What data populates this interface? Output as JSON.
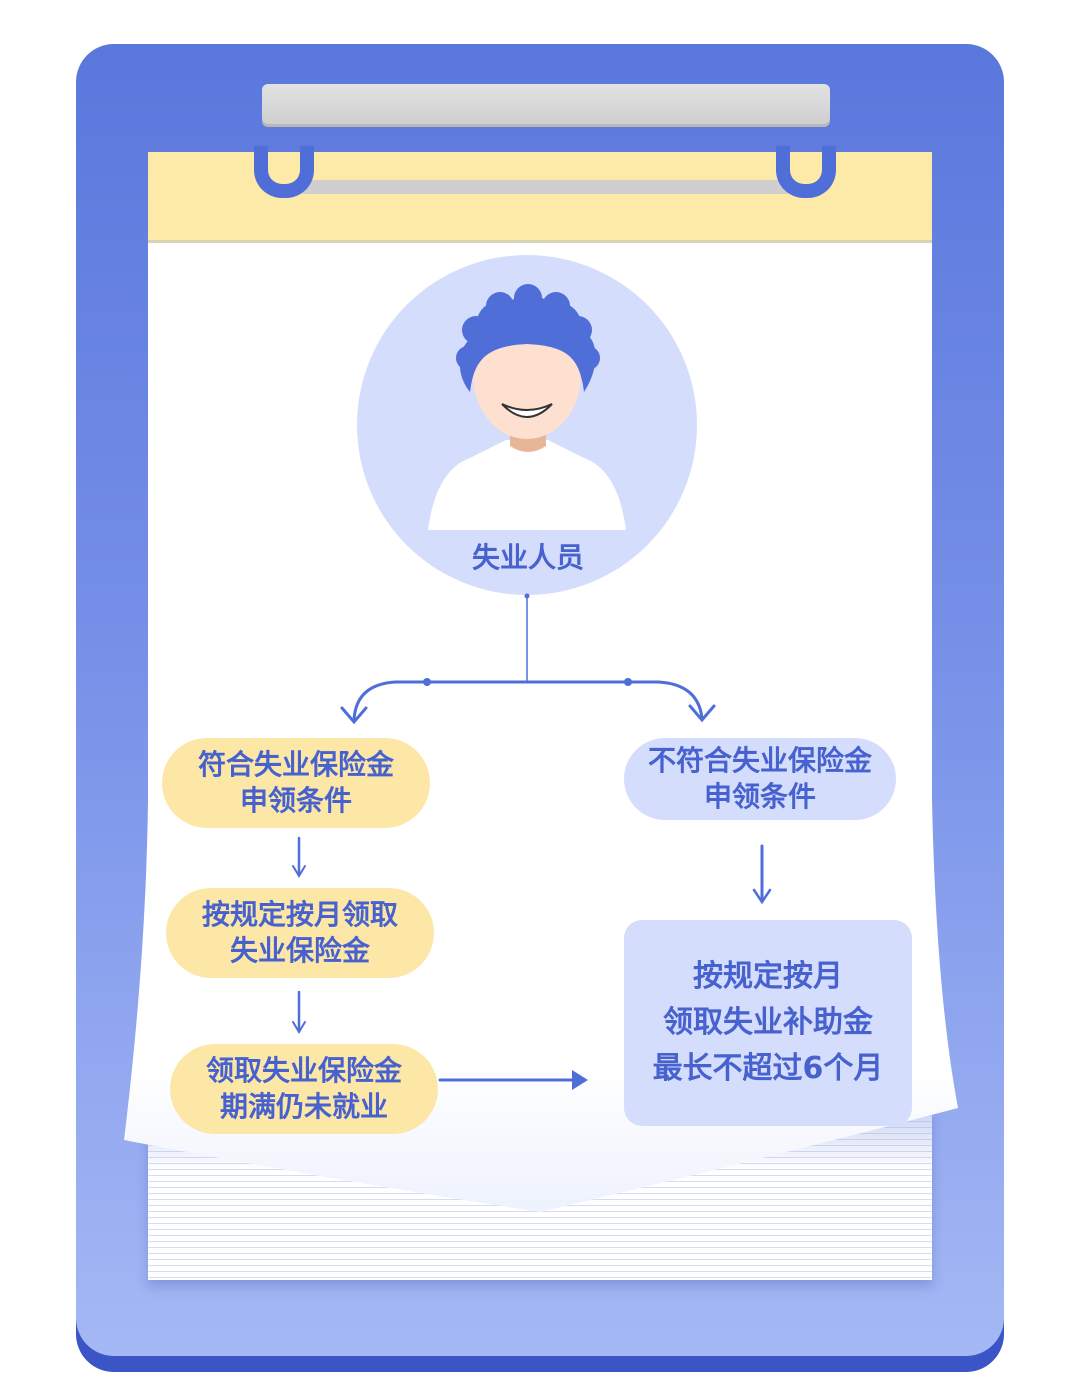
{
  "person": {
    "label": "失业人员",
    "icon": "person-avatar-icon"
  },
  "left_branch": {
    "condition": [
      "符合失业保险金",
      "申领条件"
    ],
    "step2": [
      "按规定按月领取",
      "失业保险金"
    ],
    "step3": [
      "领取失业保险金",
      "期满仍未就业"
    ]
  },
  "right_branch": {
    "condition": [
      "不符合失业保险金",
      "申领条件"
    ],
    "result": [
      "按规定按月",
      "领取失业补助金",
      "最长不超过6个月"
    ]
  },
  "colors": {
    "board": "#5a77dc",
    "board_dark": "#3b55c6",
    "paper_header": "#fde9a8",
    "yellow_node": "#fde7a6",
    "blue_node": "#d5ddfc",
    "text": "#4762cf",
    "avatar_circle": "#d5ddfc"
  }
}
